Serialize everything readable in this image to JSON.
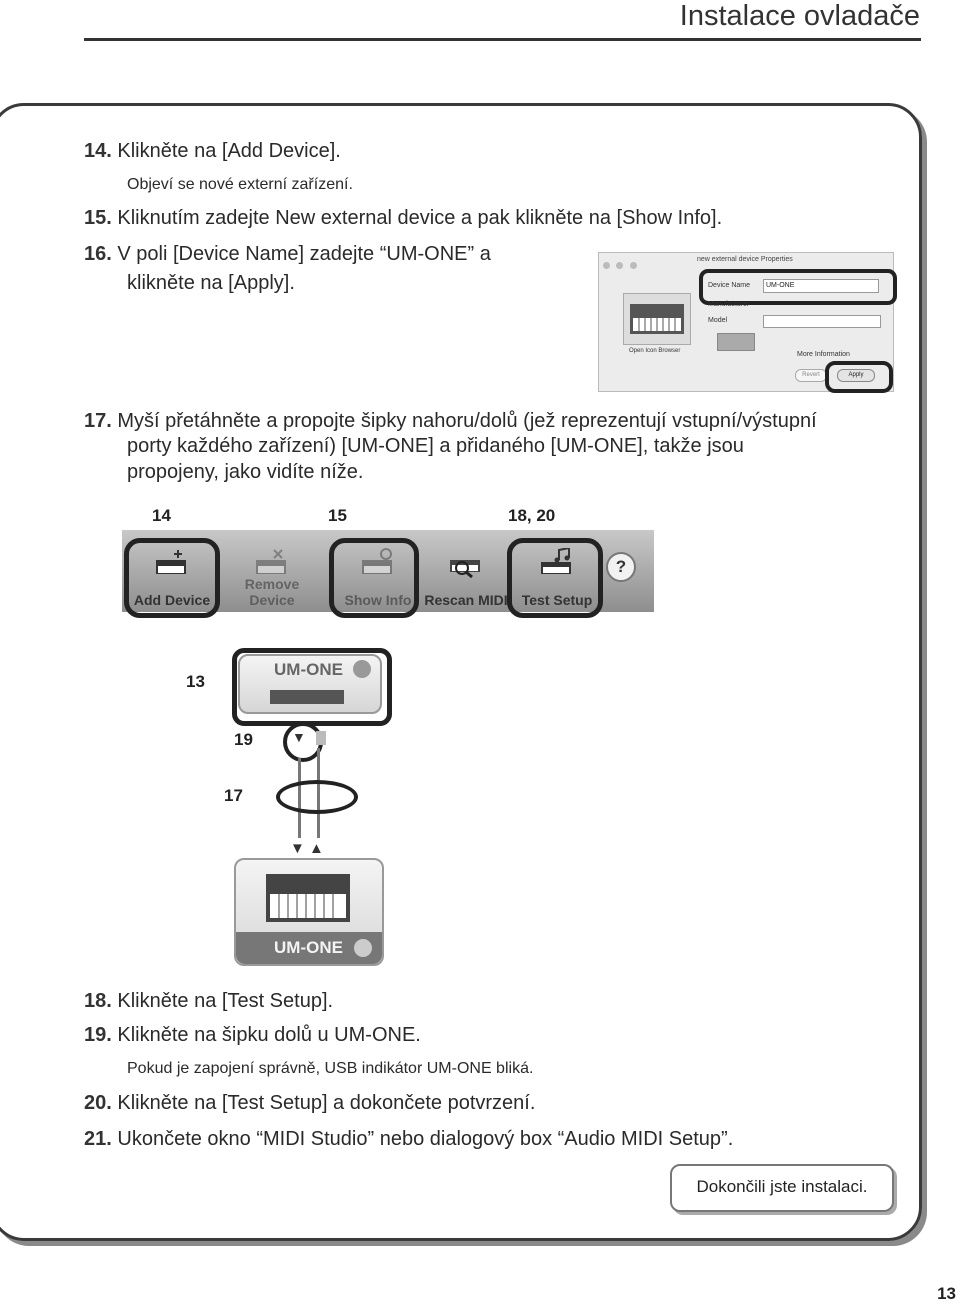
{
  "header": {
    "title": "Instalace ovladače"
  },
  "steps": {
    "s14": {
      "num": "14.",
      "text": "Klikněte na [Add Device].",
      "note": "Objeví se nové externí zařízení."
    },
    "s15": {
      "num": "15.",
      "text": "Kliknutím zadejte New external device a pak klikněte na [Show Info]."
    },
    "s16": {
      "num": "16.",
      "text": "V poli [Device Name] zadejte “UM-ONE” a",
      "cont": "klikněte na [Apply]."
    },
    "s17": {
      "num": "17.",
      "text": "Myší přetáhněte a propojte šipky nahoru/dolů (jež reprezentují vstupní/výstupní",
      "cont1": "porty každého zařízení) [UM-ONE] a přidaného [UM-ONE], takže jsou",
      "cont2": "propojeny, jako vidíte níže."
    },
    "s18": {
      "num": "18.",
      "text": "Klikněte na [Test Setup]."
    },
    "s19": {
      "num": "19.",
      "text": "Klikněte na šipku dolů u UM-ONE.",
      "note": "Pokud je zapojení správně, USB indikátor UM-ONE bliká."
    },
    "s20": {
      "num": "20.",
      "text": "Klikněte na [Test Setup] a dokončete potvrzení."
    },
    "s21": {
      "num": "21.",
      "text": "Ukončete okno “MIDI Studio” nebo dialogový box “Audio MIDI Setup”."
    }
  },
  "properties_window": {
    "title": "new external device Properties",
    "device_name_label": "Device Name",
    "device_name_value": "UM-ONE",
    "manufacturer_label": "Manufacturer",
    "model_label": "Model",
    "icon_browser": "Open Icon Browser",
    "more_info": "More Information",
    "revert": "Revert",
    "apply": "Apply"
  },
  "toolbar": {
    "add_device": "Add Device",
    "remove_device": "Remove Device",
    "show_info": "Show Info",
    "rescan_midi": "Rescan MIDI",
    "test_setup": "Test Setup",
    "help": "?"
  },
  "callouts": {
    "c14": "14",
    "c15": "15",
    "c1820": "18, 20",
    "c13": "13",
    "c19": "19",
    "c17": "17"
  },
  "devices": {
    "top_name": "UM-ONE",
    "bottom_name": "UM-ONE",
    "arrow_down": "▼",
    "arrow_up": "▲"
  },
  "finish_note": "Dokončili jste instalaci.",
  "page_number": "13"
}
